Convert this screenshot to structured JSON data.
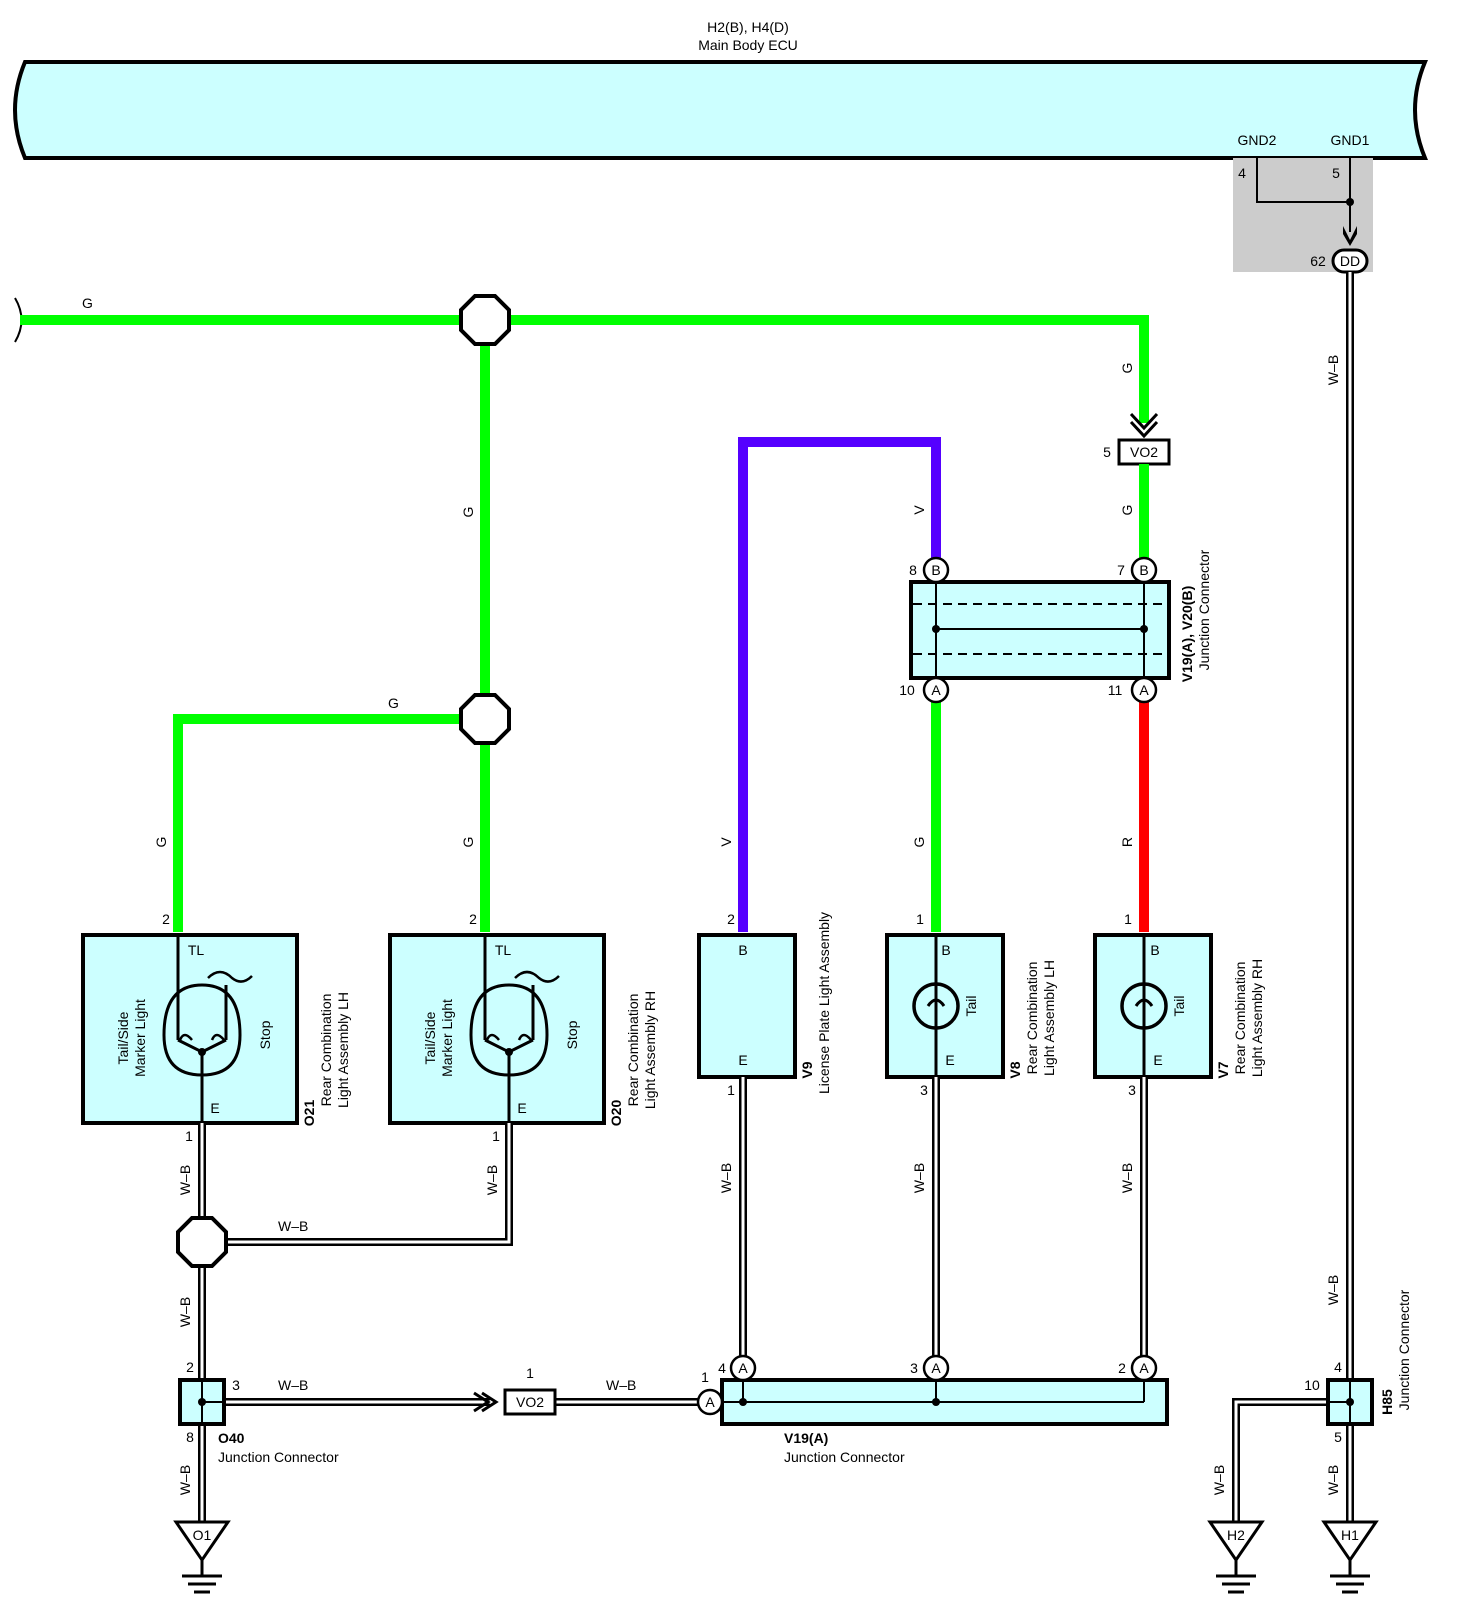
{
  "ecu": {
    "code": "H2(B), H4(D)",
    "name": "Main Body ECU",
    "pin_gnd2": "GND2",
    "pin_gnd1": "GND1",
    "pin4": "4",
    "pin5": "5"
  },
  "dd": {
    "code": "DD",
    "pin": "62"
  },
  "wire_colors": {
    "G": "G",
    "V": "V",
    "R": "R",
    "WB": "W–B"
  },
  "colors": {
    "green": "#00ff00",
    "violet": "#5500ff",
    "red": "#ff0000",
    "component_fill": "#ccffff",
    "ecu_shade": "#cccccc"
  },
  "vo2_top": {
    "code": "VO2",
    "pin": "5"
  },
  "vo2_bottom": {
    "code": "VO2",
    "pin": "1"
  },
  "v19v20": {
    "code": "V19(A), V20(B)",
    "name": "Junction Connector",
    "p8": "8",
    "p7": "7",
    "p10": "10",
    "p11": "11",
    "B": "B",
    "A": "A"
  },
  "o21": {
    "code": "O21",
    "name1": "Rear Combination",
    "name2": "Light Assembly LH",
    "tl": "TL",
    "e": "E",
    "bulb1": "Tail/Side",
    "bulb2": "Marker Light",
    "stop": "Stop",
    "p2": "2",
    "p1": "1"
  },
  "o20": {
    "code": "O20",
    "name1": "Rear Combination",
    "name2": "Light Assembly RH",
    "tl": "TL",
    "e": "E",
    "bulb1": "Tail/Side",
    "bulb2": "Marker Light",
    "stop": "Stop",
    "p2": "2",
    "p1": "1"
  },
  "v9": {
    "code": "V9",
    "name": "License Plate Light Assembly",
    "b": "B",
    "e": "E",
    "p2": "2",
    "p1": "1"
  },
  "v8": {
    "code": "V8",
    "name1": "Rear Combination",
    "name2": "Light Assembly LH",
    "b": "B",
    "e": "E",
    "tail": "Tail",
    "p1": "1",
    "p3": "3"
  },
  "v7": {
    "code": "V7",
    "name1": "Rear Combination",
    "name2": "Light Assembly RH",
    "b": "B",
    "e": "E",
    "tail": "Tail",
    "p1": "1",
    "p3": "3"
  },
  "o40": {
    "code": "O40",
    "name": "Junction Connector",
    "p2": "2",
    "p3": "3",
    "p8": "8"
  },
  "v19a": {
    "code": "V19(A)",
    "name": "Junction Connector",
    "A": "A",
    "p1": "1",
    "p4": "4",
    "p3": "3",
    "p2": "2"
  },
  "h85": {
    "code": "H85",
    "name": "Junction Connector",
    "p4": "4",
    "p10": "10",
    "p5": "5"
  },
  "grounds": {
    "o1": "O1",
    "h2": "H2",
    "h1": "H1"
  }
}
